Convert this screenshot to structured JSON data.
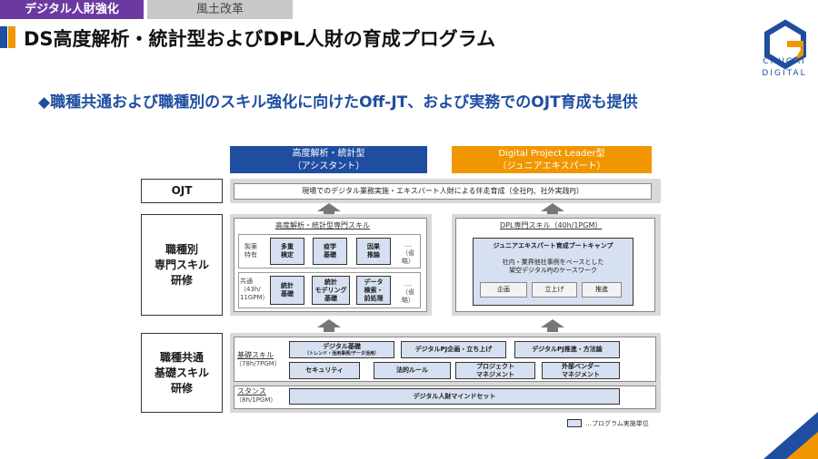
{
  "tabs": {
    "active": "デジタル人財強化",
    "inactive": "風土改革"
  },
  "title": "DS高度解析・統計型およびDPL人財の育成プログラム",
  "logo": {
    "line1": "CHUGAI",
    "line2": "DIGITAL"
  },
  "subtitle": "◆職種共通および職種別のスキル強化に向けたOff-JT、および実務でのOJT育成も提供",
  "diagram": {
    "header_left": {
      "line1": "高度解析・統計型",
      "line2": "（アシスタント）"
    },
    "header_right": {
      "line1": "Digital Project Leader型",
      "line2": "（ジュニアエキスパート）"
    },
    "row_ojt": "OJT",
    "ojt_text": "現場でのデジタル業務実施・エキスパート人財による伴走育成（全社PJ、社外実践PJ）",
    "row_specialty": {
      "line1": "職種別",
      "line2": "専門スキル",
      "line3": "研修"
    },
    "adv_title": "高度解析・統計型専門スキル",
    "pharma": {
      "label1": "製薬",
      "label2": "特有",
      "items": [
        "多重\n検定",
        "疫学\n基礎",
        "因果\n推論"
      ],
      "etc1": "…",
      "etc2": "（省略）"
    },
    "common": {
      "label1": "共通",
      "label2": "（43h/",
      "label3": "11GPM）",
      "items": [
        "統計\n基礎",
        "統計\nモデリング\n基礎",
        "データ\n検索・\n前処理"
      ],
      "etc1": "…",
      "etc2": "（省略）"
    },
    "dpl_title": "DPL専門スキル（40h/1PGM）",
    "bootcamp_title": "ジュニアエキスパート育成ブートキャンプ",
    "bootcamp_desc1": "社内・業界他社事例をベースとした",
    "bootcamp_desc2": "架空デジタルPJのケースワーク",
    "steps": [
      "企画",
      "立上げ",
      "推進"
    ],
    "row_basic": {
      "line1": "職種共通",
      "line2": "基礎スキル",
      "line3": "研修"
    },
    "basic_title": "基礎スキル",
    "basic_hours": "（78h/7PGM）",
    "basic_items_row1": [
      {
        "main": "デジタル基礎",
        "sub": "（トレンド・活用事例/データ活用）"
      },
      {
        "main": "デジタルPJ企画・立ち上げ",
        "sub": ""
      },
      {
        "main": "デジタルPJ推進・方法論",
        "sub": ""
      }
    ],
    "basic_items_row2": [
      "セキュリティ",
      "法的ルール",
      "プロジェクト\nマネジメント",
      "外部ベンダー\nマネジメント"
    ],
    "stance_title": "スタンス",
    "stance_hours": "（8h/1PGM）",
    "stance_item": "デジタル人財マインドセット",
    "legend": "…プログラム実施単位"
  },
  "colors": {
    "blue": "#1f4ea1",
    "orange": "#f29600",
    "purple": "#6b3aa0",
    "box": "#d6e0f0"
  }
}
